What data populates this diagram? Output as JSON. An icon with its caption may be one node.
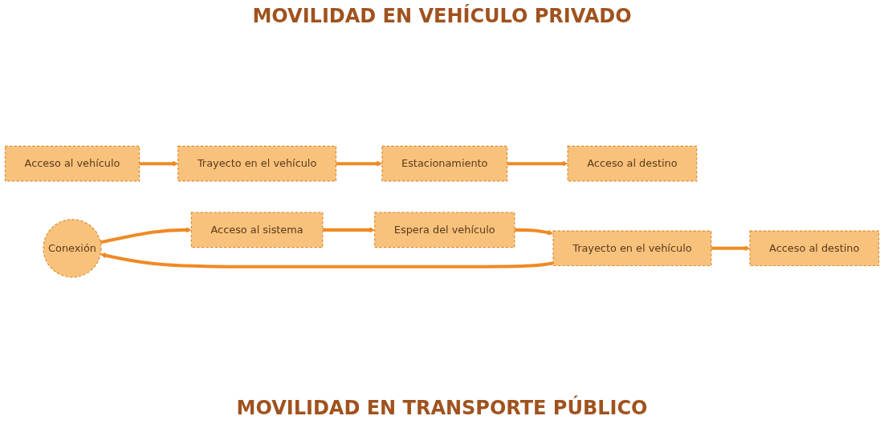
{
  "diagram": {
    "title": "MOVILIDAD EN VEHÍCULO PRIVADO",
    "caption": "MOVILIDAD EN TRANSPORTE PÚBLICO",
    "nodes": [
      {
        "text": [
          "Acceso al vehículo"
        ]
      },
      {
        "text": [
          "Trayecto en el vehículo"
        ]
      },
      {
        "text": [
          "Estacionamiento"
        ]
      },
      {
        "text": [
          "Acceso al destino"
        ]
      },
      {
        "text": [
          "Conexión"
        ]
      },
      {
        "text": [
          "Acceso al sistema"
        ]
      },
      {
        "text": [
          "Espera del vehículo"
        ]
      },
      {
        "text": [
          "Trayecto en el vehículo"
        ]
      },
      {
        "text": [
          "Acceso al destino"
        ]
      }
    ],
    "edges": [
      {
        "from": 0,
        "to": 1,
        "arrow": "to"
      },
      {
        "from": 1,
        "to": 2,
        "arrow": "to"
      },
      {
        "from": 2,
        "to": 3,
        "arrow": "to"
      },
      {
        "from": 4,
        "to": 5,
        "arrow": "to"
      },
      {
        "from": 7,
        "to": 4,
        "arrow": "to"
      },
      {
        "from": 5,
        "to": 6,
        "arrow": "to"
      },
      {
        "from": 6,
        "to": 7,
        "arrow": "to"
      },
      {
        "from": 7,
        "to": 8,
        "arrow": "to"
      }
    ]
  }
}
